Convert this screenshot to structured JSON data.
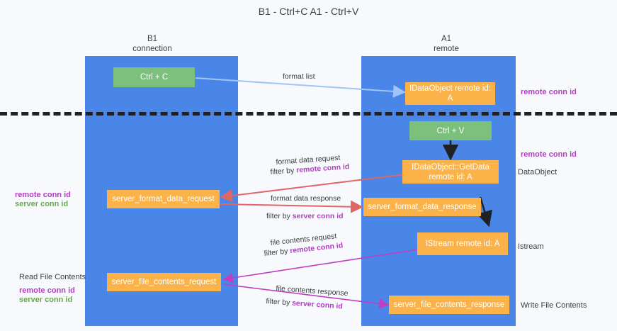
{
  "diagram": {
    "title_lines": "B1 - Ctrl+C\nA1 - Ctrl+V",
    "colors": {
      "lane": "#4a86e8",
      "green_node": "#7bc07b",
      "orange_node": "#fbb349",
      "remote_conn_id": "#b23ec0",
      "server_conn_id": "#6aa84f",
      "arrow_blue": "#9fc5f8",
      "arrow_red": "#e06666",
      "arrow_magenta": "#c23ec0",
      "arrow_black": "#202124",
      "background": "#f7f9fc"
    },
    "lanes": [
      {
        "id": "b1",
        "title": "B1\nconnection"
      },
      {
        "id": "a1",
        "title": "A1\nremote"
      }
    ],
    "nodes": [
      {
        "id": "ctrl-c",
        "label": "Ctrl + C",
        "style": "green"
      },
      {
        "id": "idataobject",
        "label": "IDataObject\nremote id: A",
        "style": "orange"
      },
      {
        "id": "ctrl-v",
        "label": "Ctrl + V",
        "style": "green"
      },
      {
        "id": "getdata",
        "label": "IDataObject::GetData\nremote id: A",
        "style": "orange"
      },
      {
        "id": "server-format-data-request",
        "label": "server_format_data_request",
        "style": "orange"
      },
      {
        "id": "server-format-data-response",
        "label": "server_format_data_response",
        "style": "orange"
      },
      {
        "id": "istream",
        "label": "IStream\nremote id: A",
        "style": "orange"
      },
      {
        "id": "server-file-contents-request",
        "label": "server_file_contents_request",
        "style": "orange"
      },
      {
        "id": "server-file-contents-response",
        "label": "server_file_contents_response",
        "style": "orange"
      }
    ],
    "edge_labels": {
      "format_list": "format list",
      "format_data_request": "format data request",
      "format_data_request_filter_prefix": "filter by ",
      "format_data_request_filter_key": "remote conn id",
      "format_data_response": "format data response",
      "format_data_response_filter_prefix": "filter by ",
      "format_data_response_filter_key": "server conn id",
      "file_contents_request": "file contents request",
      "file_contents_request_filter_prefix": "filter by ",
      "file_contents_request_filter_key": "remote conn id",
      "file_contents_response": "file contents response",
      "file_contents_response_filter_prefix": "filter by ",
      "file_contents_response_filter_key": "server conn id"
    },
    "right_labels": [
      {
        "id": "remote-conn-id-top",
        "text": "remote conn id",
        "style": "purple"
      },
      {
        "id": "remote-conn-id-mid",
        "text": "remote conn id",
        "style": "purple"
      },
      {
        "id": "dataobject",
        "text": "DataObject",
        "style": "plain"
      },
      {
        "id": "istream-label",
        "text": "Istream",
        "style": "plain"
      },
      {
        "id": "write-file-contents",
        "text": "Write File Contents",
        "style": "plain"
      }
    ],
    "left_labels": [
      {
        "id": "conn-ids-mid-remote",
        "text": "remote conn id",
        "style": "purple"
      },
      {
        "id": "conn-ids-mid-server",
        "text": "server conn id",
        "style": "green"
      },
      {
        "id": "read-file-contents",
        "text": "Read File Contents",
        "style": "plain"
      },
      {
        "id": "conn-ids-bottom-remote",
        "text": "remote conn id",
        "style": "purple"
      },
      {
        "id": "conn-ids-bottom-server",
        "text": "server conn id",
        "style": "green"
      }
    ]
  }
}
